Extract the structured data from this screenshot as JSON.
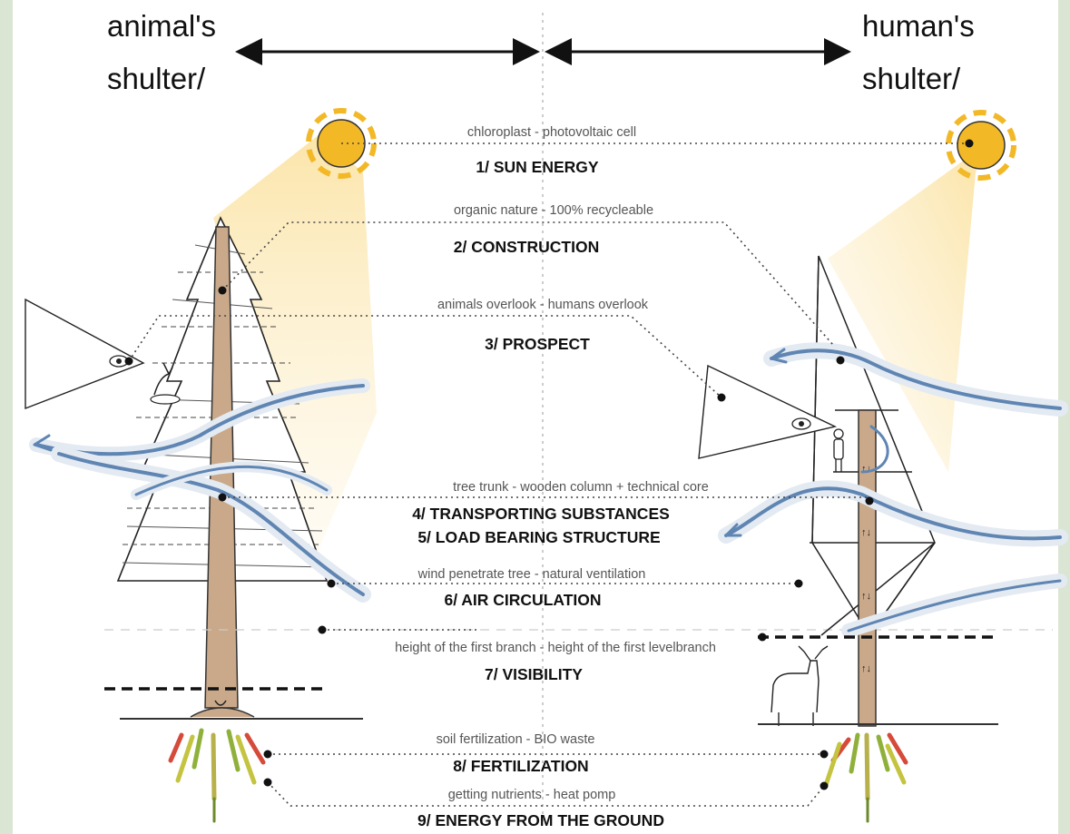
{
  "headers": {
    "left_line1": "animal's",
    "left_line2": "shulter/",
    "right_line1": "human's",
    "right_line2": "shulter/"
  },
  "items": [
    {
      "sub": "chloroplast - photovoltaic cell",
      "title": "1/ SUN ENERGY"
    },
    {
      "sub": "organic nature - 100% recycleable",
      "title": "2/ CONSTRUCTION"
    },
    {
      "sub": "animals overlook - humans overlook",
      "title": "3/ PROSPECT"
    },
    {
      "sub": "tree trunk - wooden column + technical core",
      "title": "4/ TRANSPORTING SUBSTANCES"
    },
    {
      "sub": "",
      "title": "5/ LOAD BEARING STRUCTURE"
    },
    {
      "sub": "wind penetrate tree - natural ventilation",
      "title": "6/ AIR CIRCULATION"
    },
    {
      "sub": "height of the first branch - height of the first levelbranch",
      "title": "7/ VISIBILITY"
    },
    {
      "sub": "soil fertilization - BIO waste",
      "title": "8/ FERTILIZATION"
    },
    {
      "sub": "getting nutrients - heat pomp",
      "title": "9/ ENERGY FROM THE GROUND"
    }
  ],
  "colors": {
    "sun_fill": "#f2b826",
    "sun_glow": "#fbe7ae",
    "trunk": "#c9a98a",
    "airflow": "#5f85b3",
    "root_red": "#d64a3a",
    "root_green": "#8fb03a",
    "side_tint": "#dbe5d4"
  }
}
